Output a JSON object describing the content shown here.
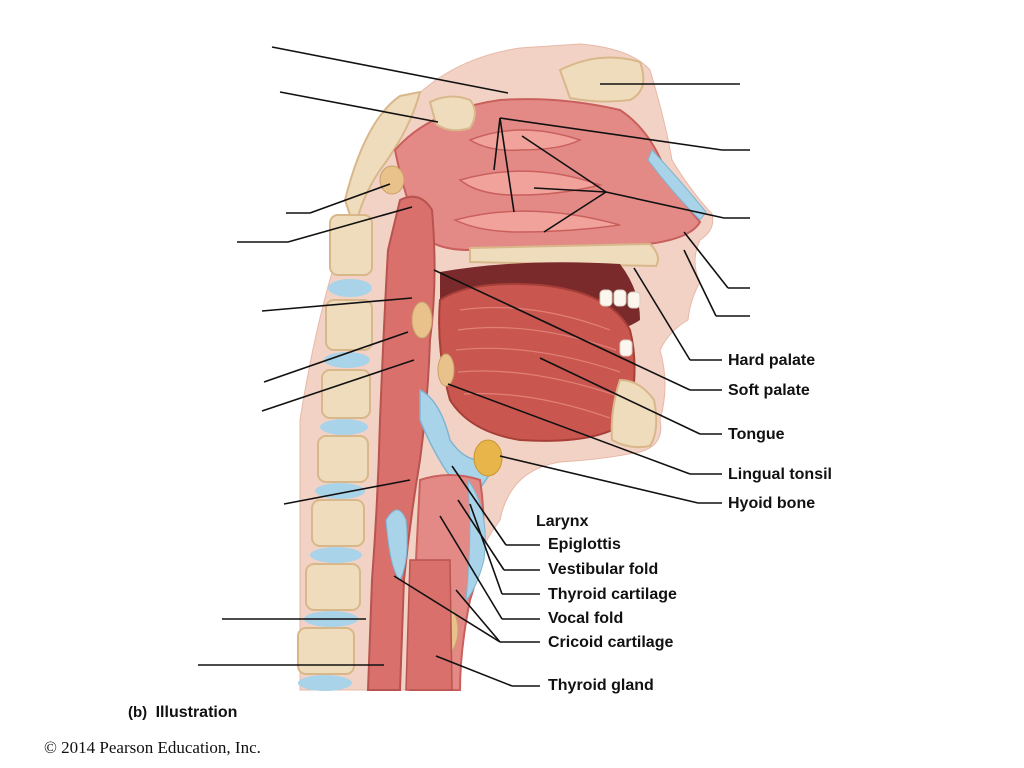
{
  "labels": {
    "hard_palate": "Hard palate",
    "soft_palate": "Soft palate",
    "tongue": "Tongue",
    "lingual_tonsil": "Lingual tonsil",
    "hyoid_bone": "Hyoid bone",
    "larynx_heading": "Larynx",
    "epiglottis": "Epiglottis",
    "vestibular_fold": "Vestibular fold",
    "thyroid_cartilage": "Thyroid cartilage",
    "vocal_fold": "Vocal fold",
    "cricoid_cartilage": "Cricoid cartilage",
    "thyroid_gland": "Thyroid gland"
  },
  "caption": {
    "panel_letter": "(b)",
    "title": "Illustration"
  },
  "copyright": "© 2014 Pearson Education, Inc.",
  "colors": {
    "tissue": "#e48a86",
    "tissue_dark": "#c9605c",
    "muscle": "#c9574f",
    "bone": "#efdcbc",
    "bone_edge": "#d8b88a",
    "cartilage": "#a9d3e8",
    "gland": "#e8c28a",
    "skin": "#f3d2c6",
    "leader": "#111111"
  }
}
